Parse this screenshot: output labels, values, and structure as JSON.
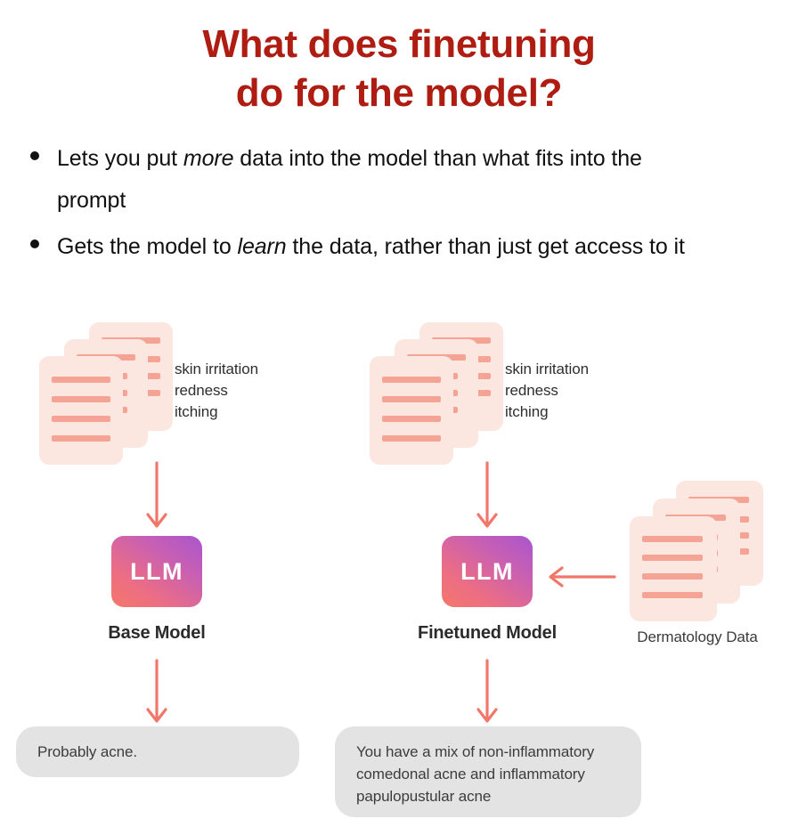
{
  "title": {
    "line1": "What does finetuning",
    "line2": "do for the model?",
    "color": "#AE1C12"
  },
  "bullets": [
    {
      "prefix": "Lets you put ",
      "emphasis": "more",
      "suffix": " data into the model than what fits into the prompt"
    },
    {
      "prefix": "Gets the model to ",
      "emphasis": "learn",
      "suffix": " the data, rather than just get access to it"
    }
  ],
  "diagram": {
    "colors": {
      "doc_card": "#FCE6E0",
      "doc_line": "#F4A395",
      "arrow": "#F2776B",
      "bubble": "#E3E3E3",
      "llm_gradient_start": "#F4776A",
      "llm_gradient_end": "#A956CE"
    },
    "left_branch": {
      "stack_label": "skin irritation\nredness\nitching",
      "llm_text": "LLM",
      "model_label": "Base Model",
      "answer": "Probably acne."
    },
    "right_branch": {
      "stack_label": "skin irritation\nredness\nitching",
      "llm_text": "LLM",
      "model_label": "Finetuned Model",
      "answer": "You have a mix of non-inflammatory\ncomedonal acne and inflammatory\npapulopustular acne"
    },
    "finetune_data": {
      "label": "Dermatology Data"
    }
  }
}
